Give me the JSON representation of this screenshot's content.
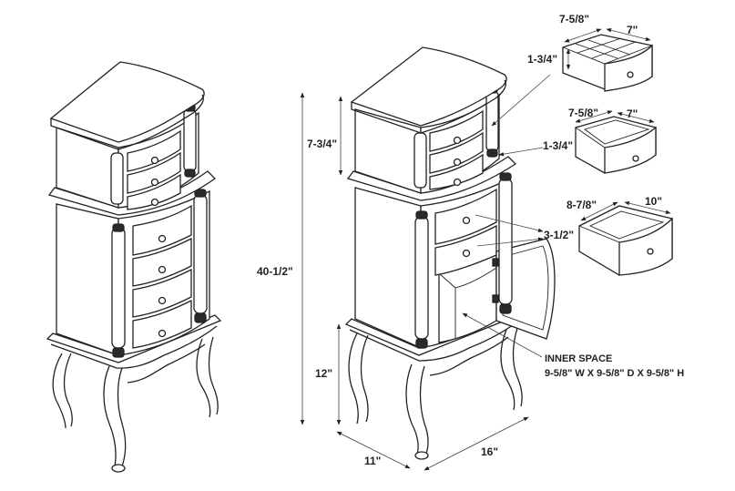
{
  "colors": {
    "line": "#222222",
    "background": "#ffffff"
  },
  "dimensions": {
    "height_total": "40-1/2\"",
    "top_height": "7-3/4\"",
    "leg_height": "12\"",
    "depth": "11\"",
    "width": "16\"",
    "tray_width": "7-5/8\"",
    "tray_depth": "7\"",
    "tray_height": "1-3/4\"",
    "drawer_width": "7-5/8\"",
    "drawer_depth": "7\"",
    "drawer_height": "1-3/4\"",
    "large_drawer_width": "8-7/8\"",
    "large_drawer_depth": "10\"",
    "large_drawer_height": "3-1/2\""
  },
  "inner_space": {
    "title": "INNER SPACE",
    "size": "9-5/8\" W X 9-5/8\" D X 9-5/8\" H"
  }
}
